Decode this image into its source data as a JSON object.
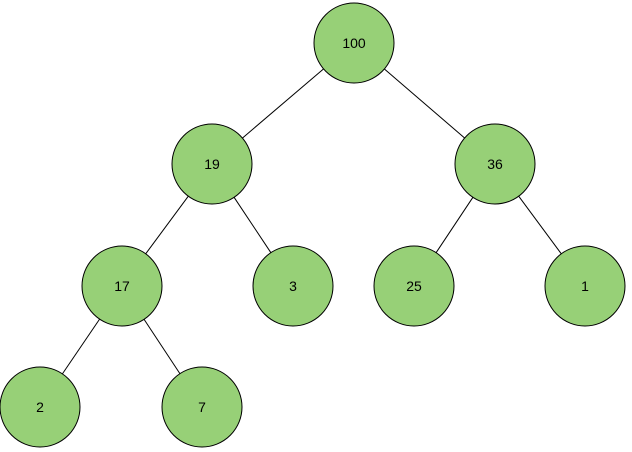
{
  "diagram": {
    "type": "binary-tree",
    "node_fill": "#97d077",
    "node_stroke": "#000000",
    "edge_color": "#000000",
    "nodes": [
      {
        "id": "n100",
        "label": "100"
      },
      {
        "id": "n19",
        "label": "19"
      },
      {
        "id": "n36",
        "label": "36"
      },
      {
        "id": "n17",
        "label": "17"
      },
      {
        "id": "n3",
        "label": "3"
      },
      {
        "id": "n25",
        "label": "25"
      },
      {
        "id": "n1",
        "label": "1"
      },
      {
        "id": "n2",
        "label": "2"
      },
      {
        "id": "n7",
        "label": "7"
      }
    ],
    "edges": [
      {
        "from": "n100",
        "to": "n19"
      },
      {
        "from": "n100",
        "to": "n36"
      },
      {
        "from": "n19",
        "to": "n17"
      },
      {
        "from": "n19",
        "to": "n3"
      },
      {
        "from": "n36",
        "to": "n25"
      },
      {
        "from": "n36",
        "to": "n1"
      },
      {
        "from": "n17",
        "to": "n2"
      },
      {
        "from": "n17",
        "to": "n7"
      }
    ]
  }
}
